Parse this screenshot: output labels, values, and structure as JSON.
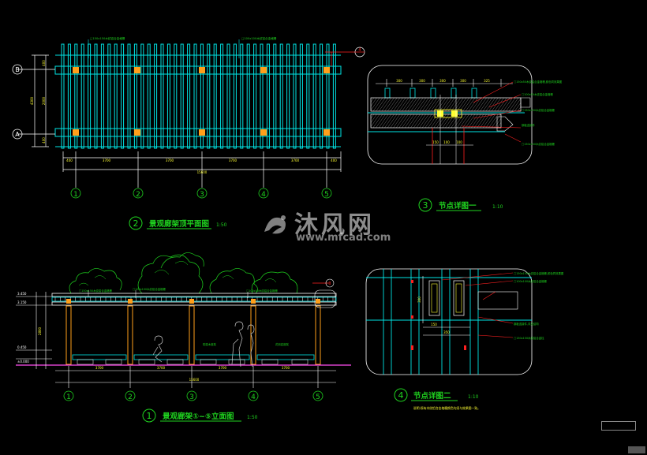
{
  "titles": {
    "plan": {
      "num": "2",
      "text": "景观廊架顶平面图",
      "scale": "1:50"
    },
    "detail1": {
      "num": "3",
      "text": "节点详图一",
      "scale": "1:10"
    },
    "elevation": {
      "num": "1",
      "text": "景观廊架①~⑤立面图",
      "scale": "1:50"
    },
    "detail2": {
      "num": "4",
      "text": "节点详图二",
      "scale": "1:10"
    }
  },
  "plan": {
    "axes": [
      "1",
      "2",
      "3",
      "4",
      "5"
    ],
    "rows": [
      "B",
      "A"
    ],
    "dims_bottom": [
      "400",
      "3700",
      "3700",
      "3700",
      "3700",
      "400"
    ],
    "dim_total": "15600",
    "dims_left": [
      "400",
      "2000",
      "400"
    ],
    "dim_left_total": "4300",
    "callout_num": "4",
    "notes": [
      "□150x150木纹铝合金格栅",
      "□100x100木纹铝合金格栅"
    ]
  },
  "elevation": {
    "axes": [
      "1",
      "2",
      "3",
      "4",
      "5"
    ],
    "dims_bottom": [
      "3700",
      "3700",
      "3700",
      "3700"
    ],
    "dim_total": "15600",
    "levels": [
      "3.450",
      "3.150",
      "2800",
      "0.450",
      "±0.000"
    ],
    "callout_num": "3",
    "notes": [
      "□150x150木纹铝合金格栅",
      "□100x100木纹铝合金格栅",
      "□100x50木纹铝合金格栅",
      "防腐木座凳",
      "花岗岩座凳"
    ]
  },
  "detail1": {
    "dims_top": [
      "300",
      "300",
      "300",
      "300",
      "325"
    ],
    "dims_bottom": [
      "150",
      "100",
      "100"
    ],
    "notes": [
      "□150x50木纹铝合金格栅,颜色同效果图",
      "□100x50木纹铝合金格栅",
      "□150x150木纹铝合金格栅",
      "钢板连接件",
      "□150x150木纹铝合金格栅"
    ]
  },
  "detail2": {
    "dims": [
      "300",
      "150",
      "350"
    ],
    "notes": [
      "□150x150木纹铝合金格栅,颜色同效果图",
      "□100x100木纹铝合金格栅",
      "钢板连接件,详见结构",
      "□150x150木纹铝合金柱"
    ]
  },
  "footnote": "说明:所有木纹铝合金格栅颜色均须与效果图一致。",
  "watermark": {
    "brand": "沐风网",
    "url": "www.mfcad.com"
  },
  "colors": {
    "background": "#000000",
    "cyan": "#00e5e5",
    "green": "#1fd31f",
    "magenta": "#ff4df0",
    "orange": "#ff9f1a",
    "yellow": "#ffff33",
    "white": "#ffffff",
    "red": "#ff2020"
  }
}
